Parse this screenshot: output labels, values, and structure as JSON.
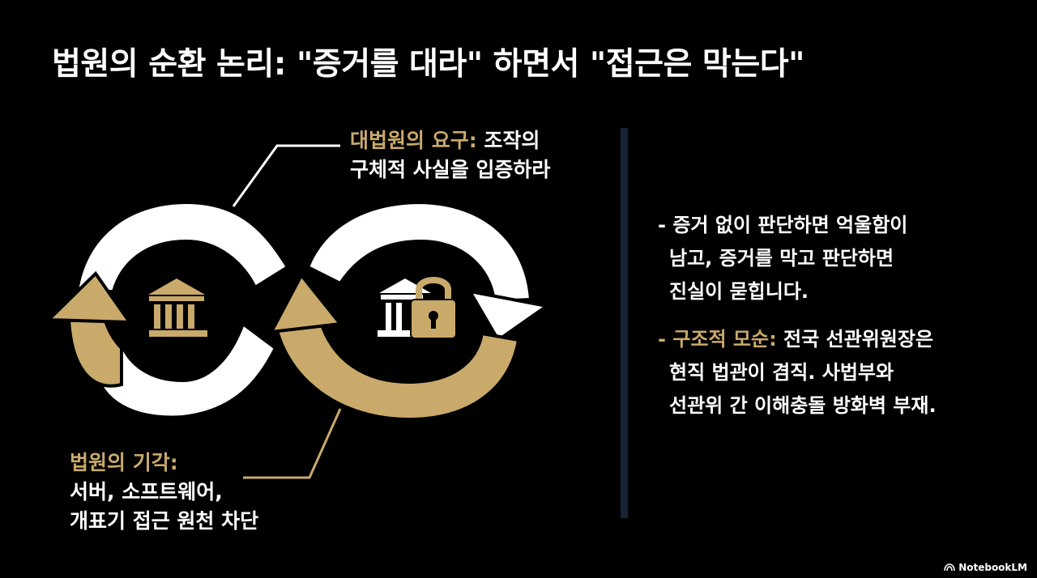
{
  "title": "법원의 순환 논리: \"증거를 대라\" 하면서 \"접근은 막는다\"",
  "diagram": {
    "top_callout": {
      "highlight": "대법원의 요구:",
      "line1_rest": " 조작의",
      "line2": "구체적 사실을 입증하라"
    },
    "bottom_callout": {
      "highlight": "법원의 기각:",
      "line2": "서버, 소프트웨어,",
      "line3": "개표기 접근 원천 차단"
    },
    "left_icon": "courthouse-icon",
    "right_icon": "courthouse-padlock-icon",
    "colors": {
      "white_loop": "#ffffff",
      "gold_loop": "#c9aa6b",
      "background": "#000000",
      "divider": "#172238"
    }
  },
  "bullets": [
    {
      "dash": "- ",
      "highlight": "",
      "lines": [
        "증거 없이 판단하면 억울함이",
        "남고, 증거를 막고 판단하면",
        "진실이 묻힙니다."
      ]
    },
    {
      "dash": "- ",
      "highlight": "구조적 모순:",
      "lines": [
        " 전국 선관위원장은",
        "현직 법관이 겸직. 사법부와",
        "선관위 간 이해충돌 방화벽 부재."
      ]
    }
  ],
  "brand": "NotebookLM"
}
